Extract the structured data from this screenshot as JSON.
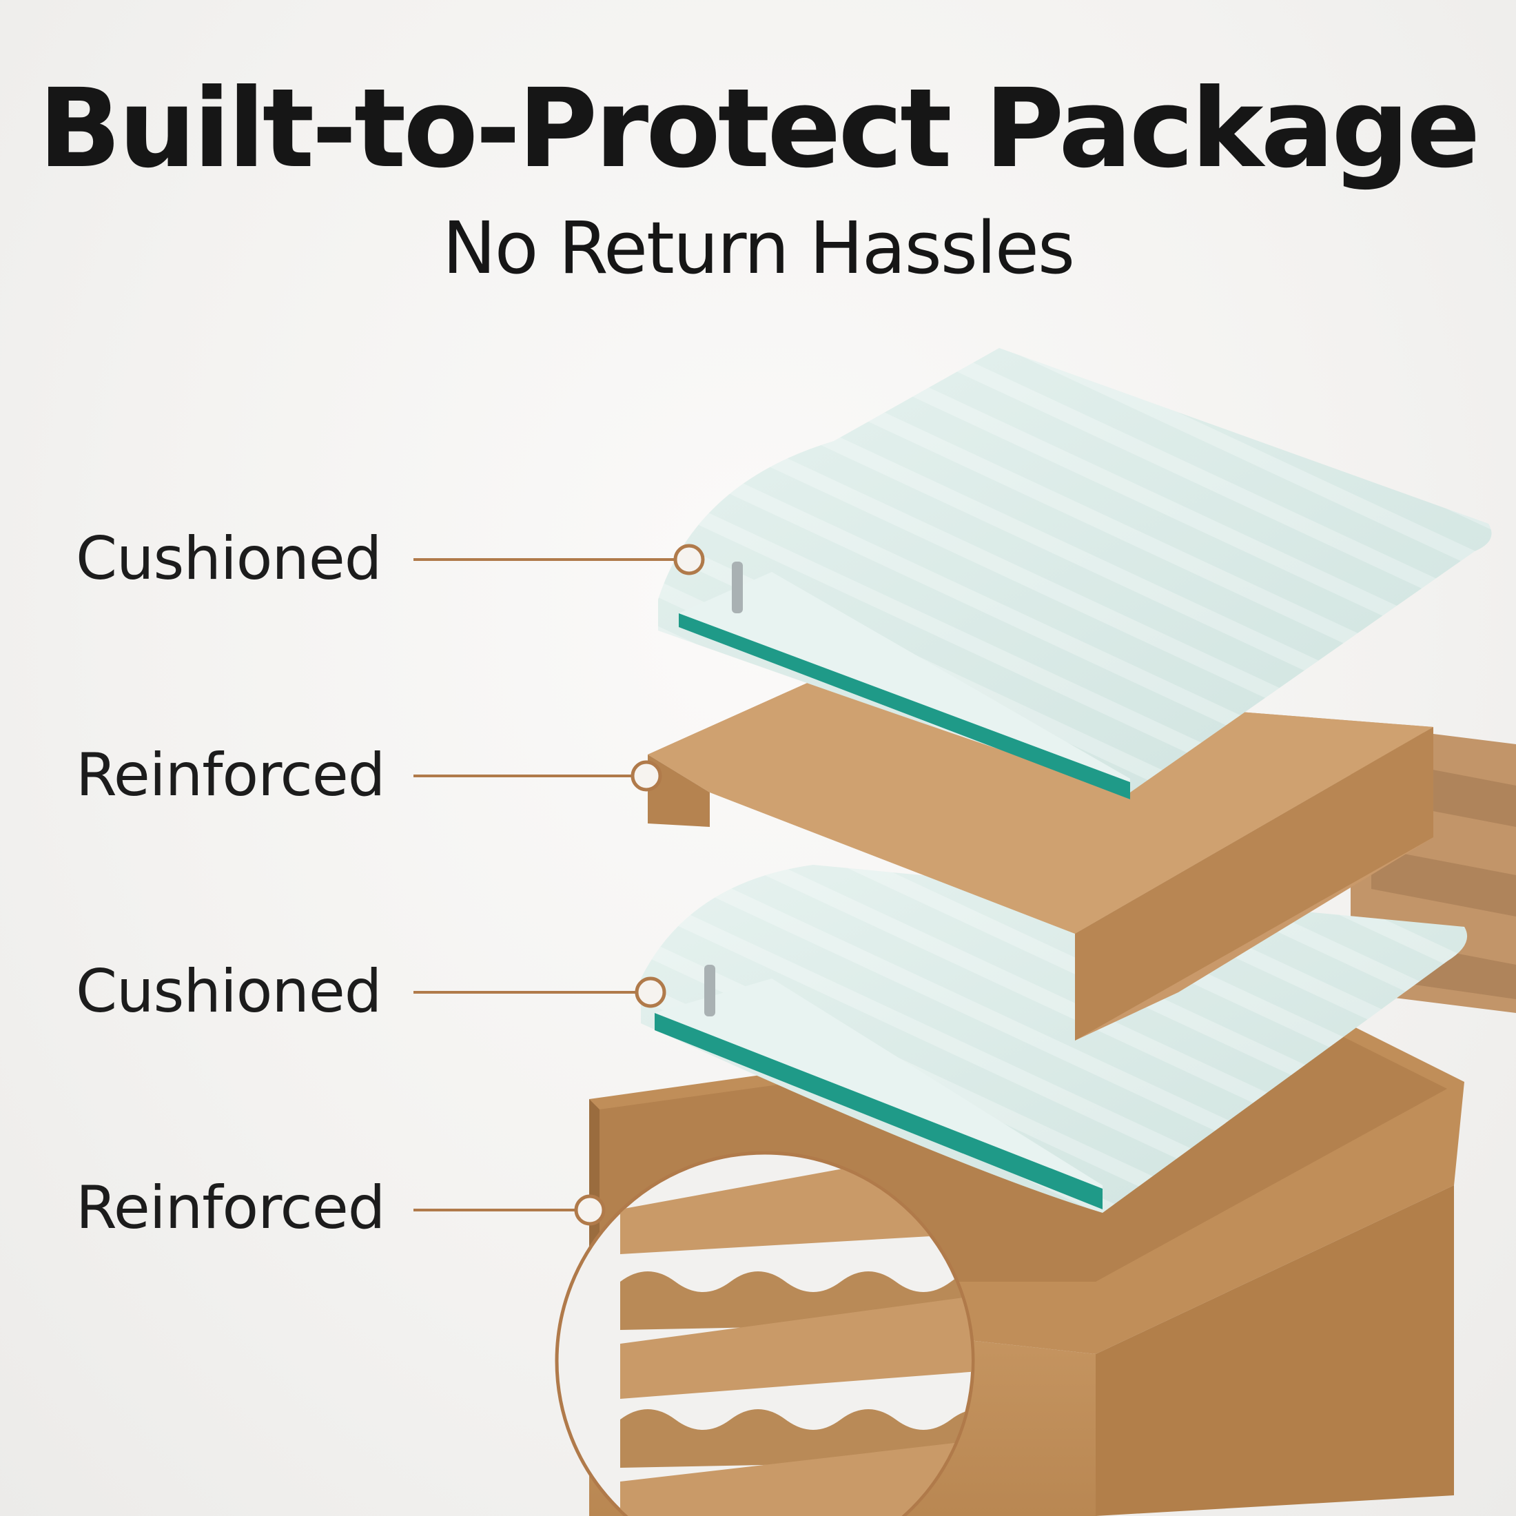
{
  "header": {
    "title": "Built-to-Protect Package",
    "subtitle": "No Return Hassles"
  },
  "callouts": [
    {
      "label": "Cushioned"
    },
    {
      "label": "Reinforced"
    },
    {
      "label": "Cushioned"
    },
    {
      "label": "Reinforced"
    }
  ],
  "colors": {
    "accent": "#b07a4a",
    "cardboard": "#c89a66",
    "foam": "#dcebe8",
    "glass_edge": "#1f9a88"
  }
}
